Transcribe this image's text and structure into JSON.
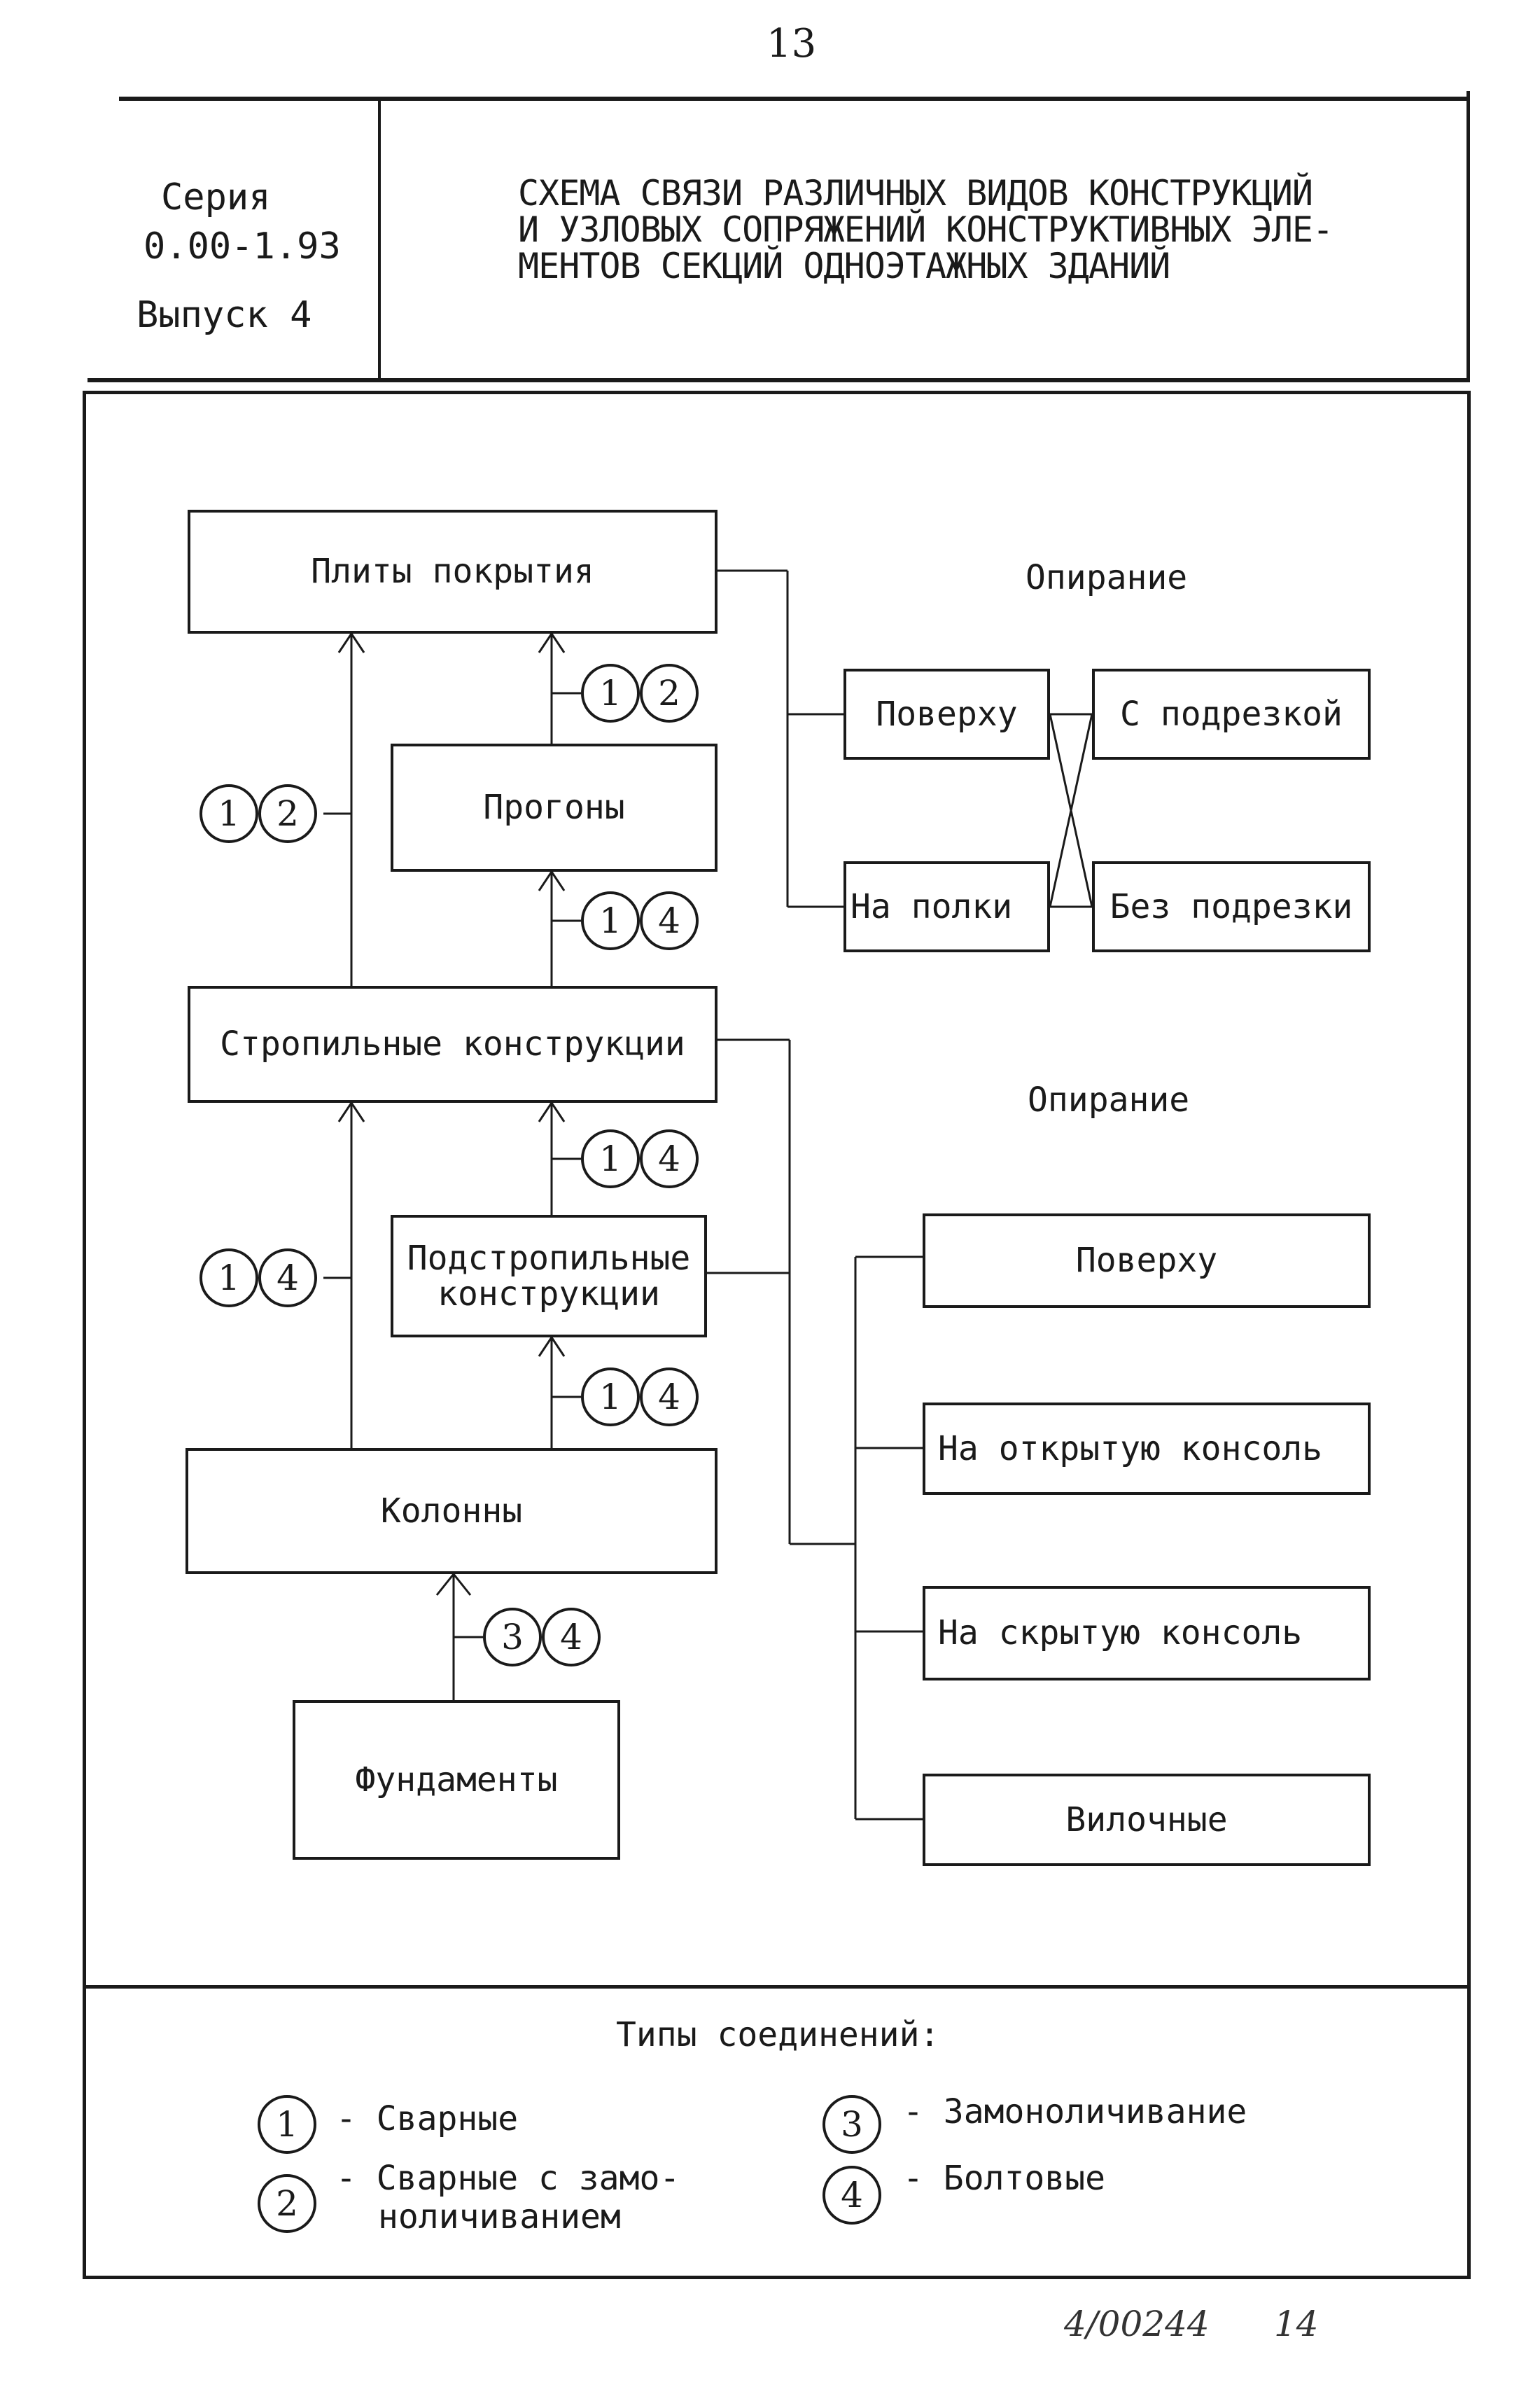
{
  "page_number": "13",
  "header": {
    "series_label": "Серия",
    "series_number": "0.00-1.93",
    "issue": "Выпуск 4",
    "title_lines": [
      "СХЕМА СВЯЗИ РАЗЛИЧНЫХ ВИДОВ КОНСТРУКЦИЙ",
      "И УЗЛОВЫХ СОПРЯЖЕНИЙ КОНСТРУКТИВНЫХ ЭЛЕ-",
      "МЕНТОВ СЕКЦИЙ ОДНОЭТАЖНЫХ ЗДАНИЙ"
    ]
  },
  "diagram": {
    "elements": {
      "roof_slabs": "Плиты покрытия",
      "purlins": "Прогоны",
      "rafters": "Стропильные конструкции",
      "subrafters_line1": "Подстропильные",
      "subrafters_line2": "конструкции",
      "columns": "Колонны",
      "foundations": "Фундаменты"
    },
    "support_top": {
      "heading": "Опирание",
      "options": [
        "Поверху",
        "На полки"
      ],
      "cut_options": [
        "С подрезкой",
        "Без подрезки"
      ]
    },
    "support_bottom": {
      "heading": "Опирание",
      "options": [
        "Поверху",
        "На открытую консоль",
        "На скрытую консоль",
        "Вилочные"
      ]
    },
    "connection_pairs": {
      "purlins_to_slabs": [
        "1",
        "2"
      ],
      "rafters_to_slabs": [
        "1",
        "2"
      ],
      "rafters_to_purlins": [
        "1",
        "4"
      ],
      "subrafters_to_rafters": [
        "1",
        "4"
      ],
      "columns_to_rafters": [
        "1",
        "4"
      ],
      "columns_to_subrafters": [
        "1",
        "4"
      ],
      "foundations_to_columns": [
        "3",
        "4"
      ]
    }
  },
  "legend": {
    "heading": "Типы соединений:",
    "items": [
      {
        "num": "1",
        "text": "- Сварные"
      },
      {
        "num": "2",
        "text_line1": "- Сварные с замо-",
        "text_line2": "ноличиванием"
      },
      {
        "num": "3",
        "text": "- Замоноличивание"
      },
      {
        "num": "4",
        "text": "- Болтовые"
      }
    ]
  },
  "footer_handwritten": {
    "code": "4/00244",
    "page": "14"
  }
}
